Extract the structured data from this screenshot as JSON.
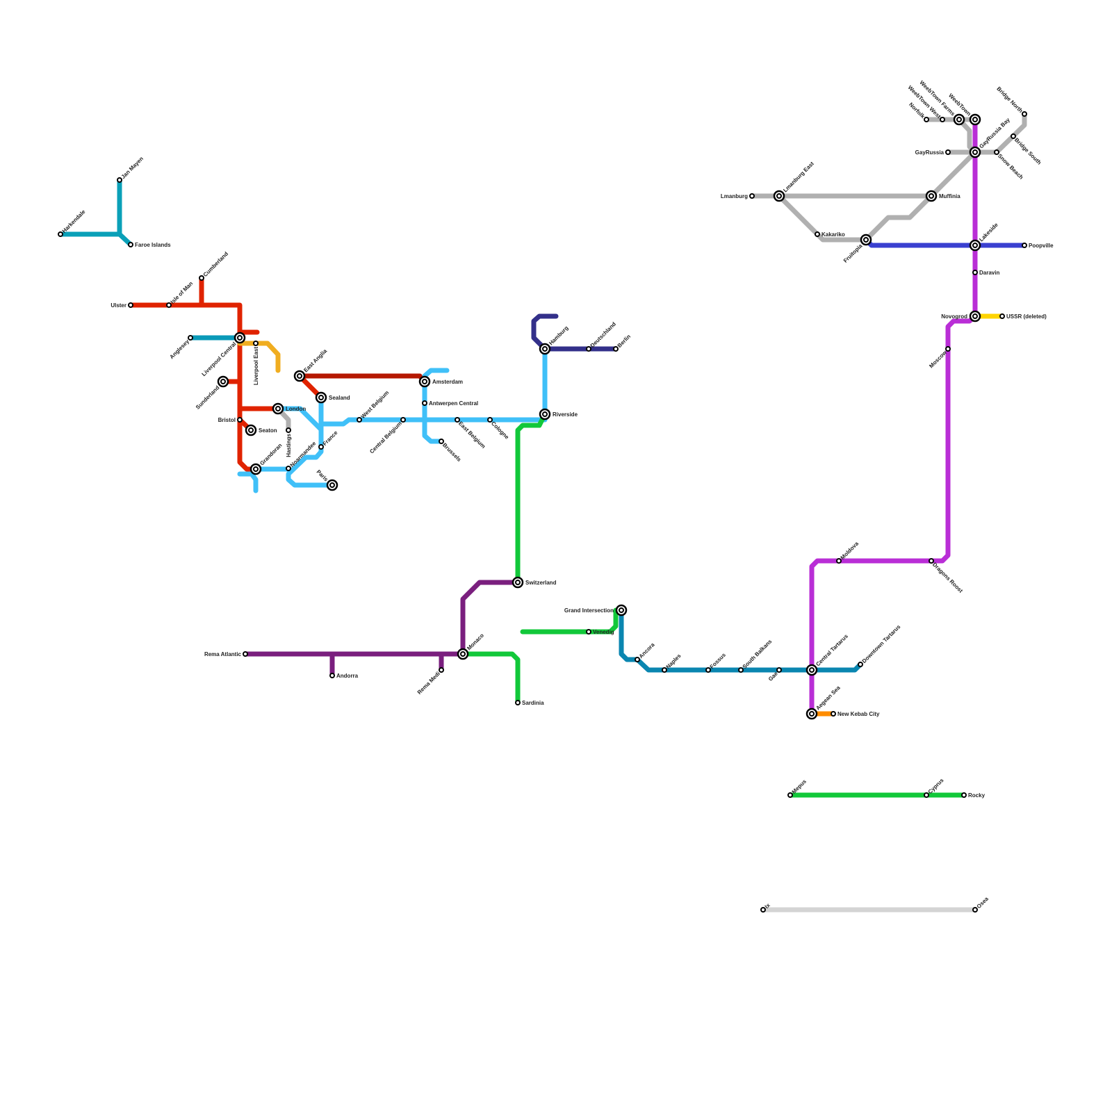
{
  "lines": [
    {
      "id": "faroe",
      "color": "#0aa0b8"
    },
    {
      "id": "uk_red",
      "color": "#e02300"
    },
    {
      "id": "anglesey",
      "color": "#0a9ab8"
    },
    {
      "id": "liverpool_east",
      "color": "#f0ad20"
    },
    {
      "id": "east_anglia",
      "color": "#b51800"
    },
    {
      "id": "sealand_red",
      "color": "#e02300"
    },
    {
      "id": "light_blue",
      "color": "#40c0f8"
    },
    {
      "id": "hastings",
      "color": "#b0b0b0"
    },
    {
      "id": "hamburg",
      "color": "#33308a"
    },
    {
      "id": "green",
      "color": "#12c83a"
    },
    {
      "id": "rema",
      "color": "#7a1f7e"
    },
    {
      "id": "balkans",
      "color": "#0a86b0"
    },
    {
      "id": "magenta",
      "color": "#b92ed6"
    },
    {
      "id": "kebab",
      "color": "#ff8c00"
    },
    {
      "id": "ussr",
      "color": "#ffd400"
    },
    {
      "id": "poopville",
      "color": "#3a40d0"
    },
    {
      "id": "lmanburg",
      "color": "#b0b0b0"
    },
    {
      "id": "cyprus",
      "color": "#12c83a"
    },
    {
      "id": "ix",
      "color": "#d4d4d4"
    }
  ],
  "stations": {
    "harkendale": "Harkendale",
    "jan_mayen": "Jan Mayen",
    "faroe": "Faroe Islands",
    "ulster": "Ulster",
    "isle_of_man": "Isle of Man",
    "cumberland": "Cumberland",
    "anglesey": "Anglesey",
    "liverpool_central": "Liverpool Central",
    "liverpool_east": "Liverpool East",
    "sunderland": "Sunderland",
    "bristol": "Bristol",
    "seaton": "Seaton",
    "london": "London",
    "grandoran": "Grandoran",
    "hastings": "Hastings",
    "noarmandee": "Noarmandee",
    "france": "France",
    "paris": "Paris",
    "east_anglia": "East Anglia",
    "sealand": "Sealand",
    "west_belgium": "West Belgium",
    "central_belgium": "Central Belgium",
    "amsterdam": "Amsterdam",
    "antwerpen": "Antwerpen Central",
    "brussels": "Brussels",
    "east_belgium": "East Belgium",
    "cologne": "Cologne",
    "riverside": "Riverside",
    "hamburg": "Hamburg",
    "deutschland": "Deutschland",
    "berlin": "Berlin",
    "switzerland": "Switzerland",
    "rema_atlantic": "Rema Atlantic",
    "andorra": "Andorra",
    "rema_medi": "Rema Medi",
    "monaco": "Monaco",
    "sardinia": "Sardinia",
    "venedig": "Venedig",
    "grand_intersection": "Grand Intersection",
    "ancora": "Ancora",
    "naples": "Naples",
    "fossus": "Fossus",
    "south_balkans": "South Balkans",
    "gae": "Gae",
    "central_tartarus": "Central Tartarus",
    "downtown_tartarus": "Downtown Tartarus",
    "aegean_sea": "Aegean Sea",
    "new_kebab_city": "New Kebab City",
    "moldova": "Moldova",
    "dragons_roost": "Dragons Roost",
    "moscow": "Moscow",
    "novogrod": "Novogrod",
    "ussr": "USSR (deleted)",
    "daravin": "Daravin",
    "lakeside": "Lakeside",
    "poopville": "Poopville",
    "fruitopia": "Fruitopia",
    "kakariko": "Kakariko",
    "lmanburg": "Lmanburg",
    "lmanburg_east": "Lmanburg East",
    "muffinia": "Muffinia",
    "gayrussia": "GayRussia",
    "gayrussia_bay": "GayRussia Bay",
    "snow_beach": "Snow Beach",
    "bridge_south": "Bridge South",
    "bridge_north": "Bridge North",
    "norfolk": "Norfolk",
    "weebtown_west": "WeebTown West",
    "weebtown_farms": "WeebTown Farms",
    "weebtown": "WeebTown",
    "mepus": "Mepus",
    "cyprus": "Cyprus",
    "rocky": "Rocky",
    "ix": "Ix",
    "osea": "Osea"
  }
}
